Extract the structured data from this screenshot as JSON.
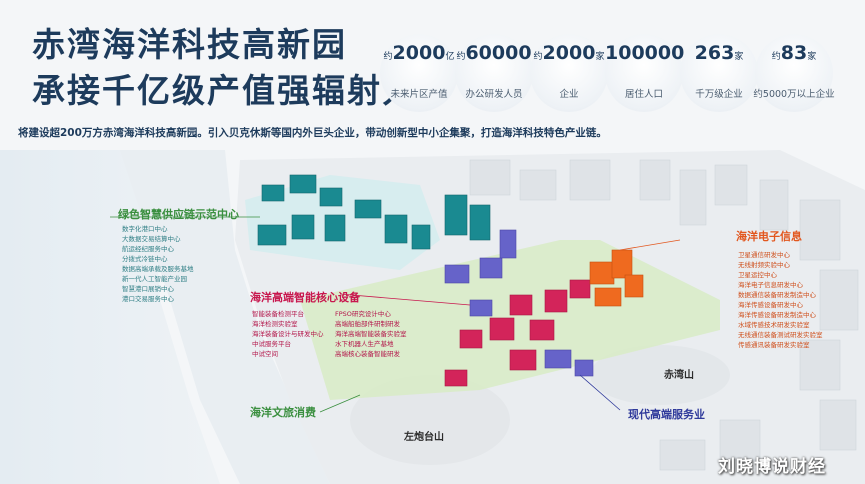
{
  "colors": {
    "navy": "#1d3b5c",
    "green": "#3a8f3f",
    "teal": "#1a8a91",
    "pink": "#d3245a",
    "orange": "#ef6a1f",
    "purple": "#6663c9"
  },
  "header": {
    "title_line1": "赤湾海洋科技高新园",
    "title_line2": "承接千亿级产值强辐射力"
  },
  "stats": [
    {
      "prefix": "约",
      "value": "2000",
      "suffix": "亿",
      "label": "未来片区产值"
    },
    {
      "prefix": "约",
      "value": "60000",
      "suffix": "",
      "label": "办公研发人员"
    },
    {
      "prefix": "约",
      "value": "2000",
      "suffix": "家",
      "label": "企业"
    },
    {
      "prefix": "",
      "value": "100000",
      "suffix": "",
      "label": "居住人口"
    },
    {
      "prefix": "",
      "value": "263",
      "suffix": "家",
      "label": "千万级企业"
    },
    {
      "prefix": "约",
      "value": "83",
      "suffix": "家",
      "label": "约5000万以上企业"
    }
  ],
  "intro": "将建设超200万方赤湾海洋科技高新园。引入贝克休斯等国内外巨头企业，带动创新型中小企集聚，打造海洋科技特色产业链。",
  "zones": {
    "supply": {
      "title": "绿色智慧供应链示范中心",
      "items": [
        "数字化港口中心",
        "大数据交易结算中心",
        "航运经纪服务中心",
        "分拨式冷链中心",
        "数据高端承载及服务基地",
        "新一代人工智能产业园",
        "智慧港口展销中心",
        "港口交易服务中心"
      ]
    },
    "equipment": {
      "title": "海洋高端智能核心设备",
      "col1": [
        "智能装备检测平台",
        "海洋检测实验室",
        "海洋装备设计与研发中心",
        "中试服务平台",
        "中试空间"
      ],
      "col2": [
        "FPSO研究设计中心",
        "高端船舶部件研制研发",
        "海洋高端智能装备实验室",
        "水下机器人生产基地",
        "高端核心装备智能研发"
      ]
    },
    "electronics": {
      "title": "海洋电子信息",
      "items": [
        "卫星通信研发中心",
        "无线射频实验中心",
        "卫星运控中心",
        "海洋电子信息研发中心",
        "数据通信装备研发制造中心",
        "海洋传感设备研发中心",
        "海洋传感设备研发制造中心",
        "水域传感技术研发实验室",
        "无线通信装备测试研发实验室",
        "传感通讯装备研发实验室"
      ]
    },
    "tourism": {
      "title": "海洋文旅消费"
    },
    "services": {
      "title": "现代高端服务业"
    }
  },
  "places": {
    "chiwan_mountain": "赤湾山",
    "zuopaotai_mountain": "左炮台山"
  },
  "watermark": "刘晓博说财经"
}
